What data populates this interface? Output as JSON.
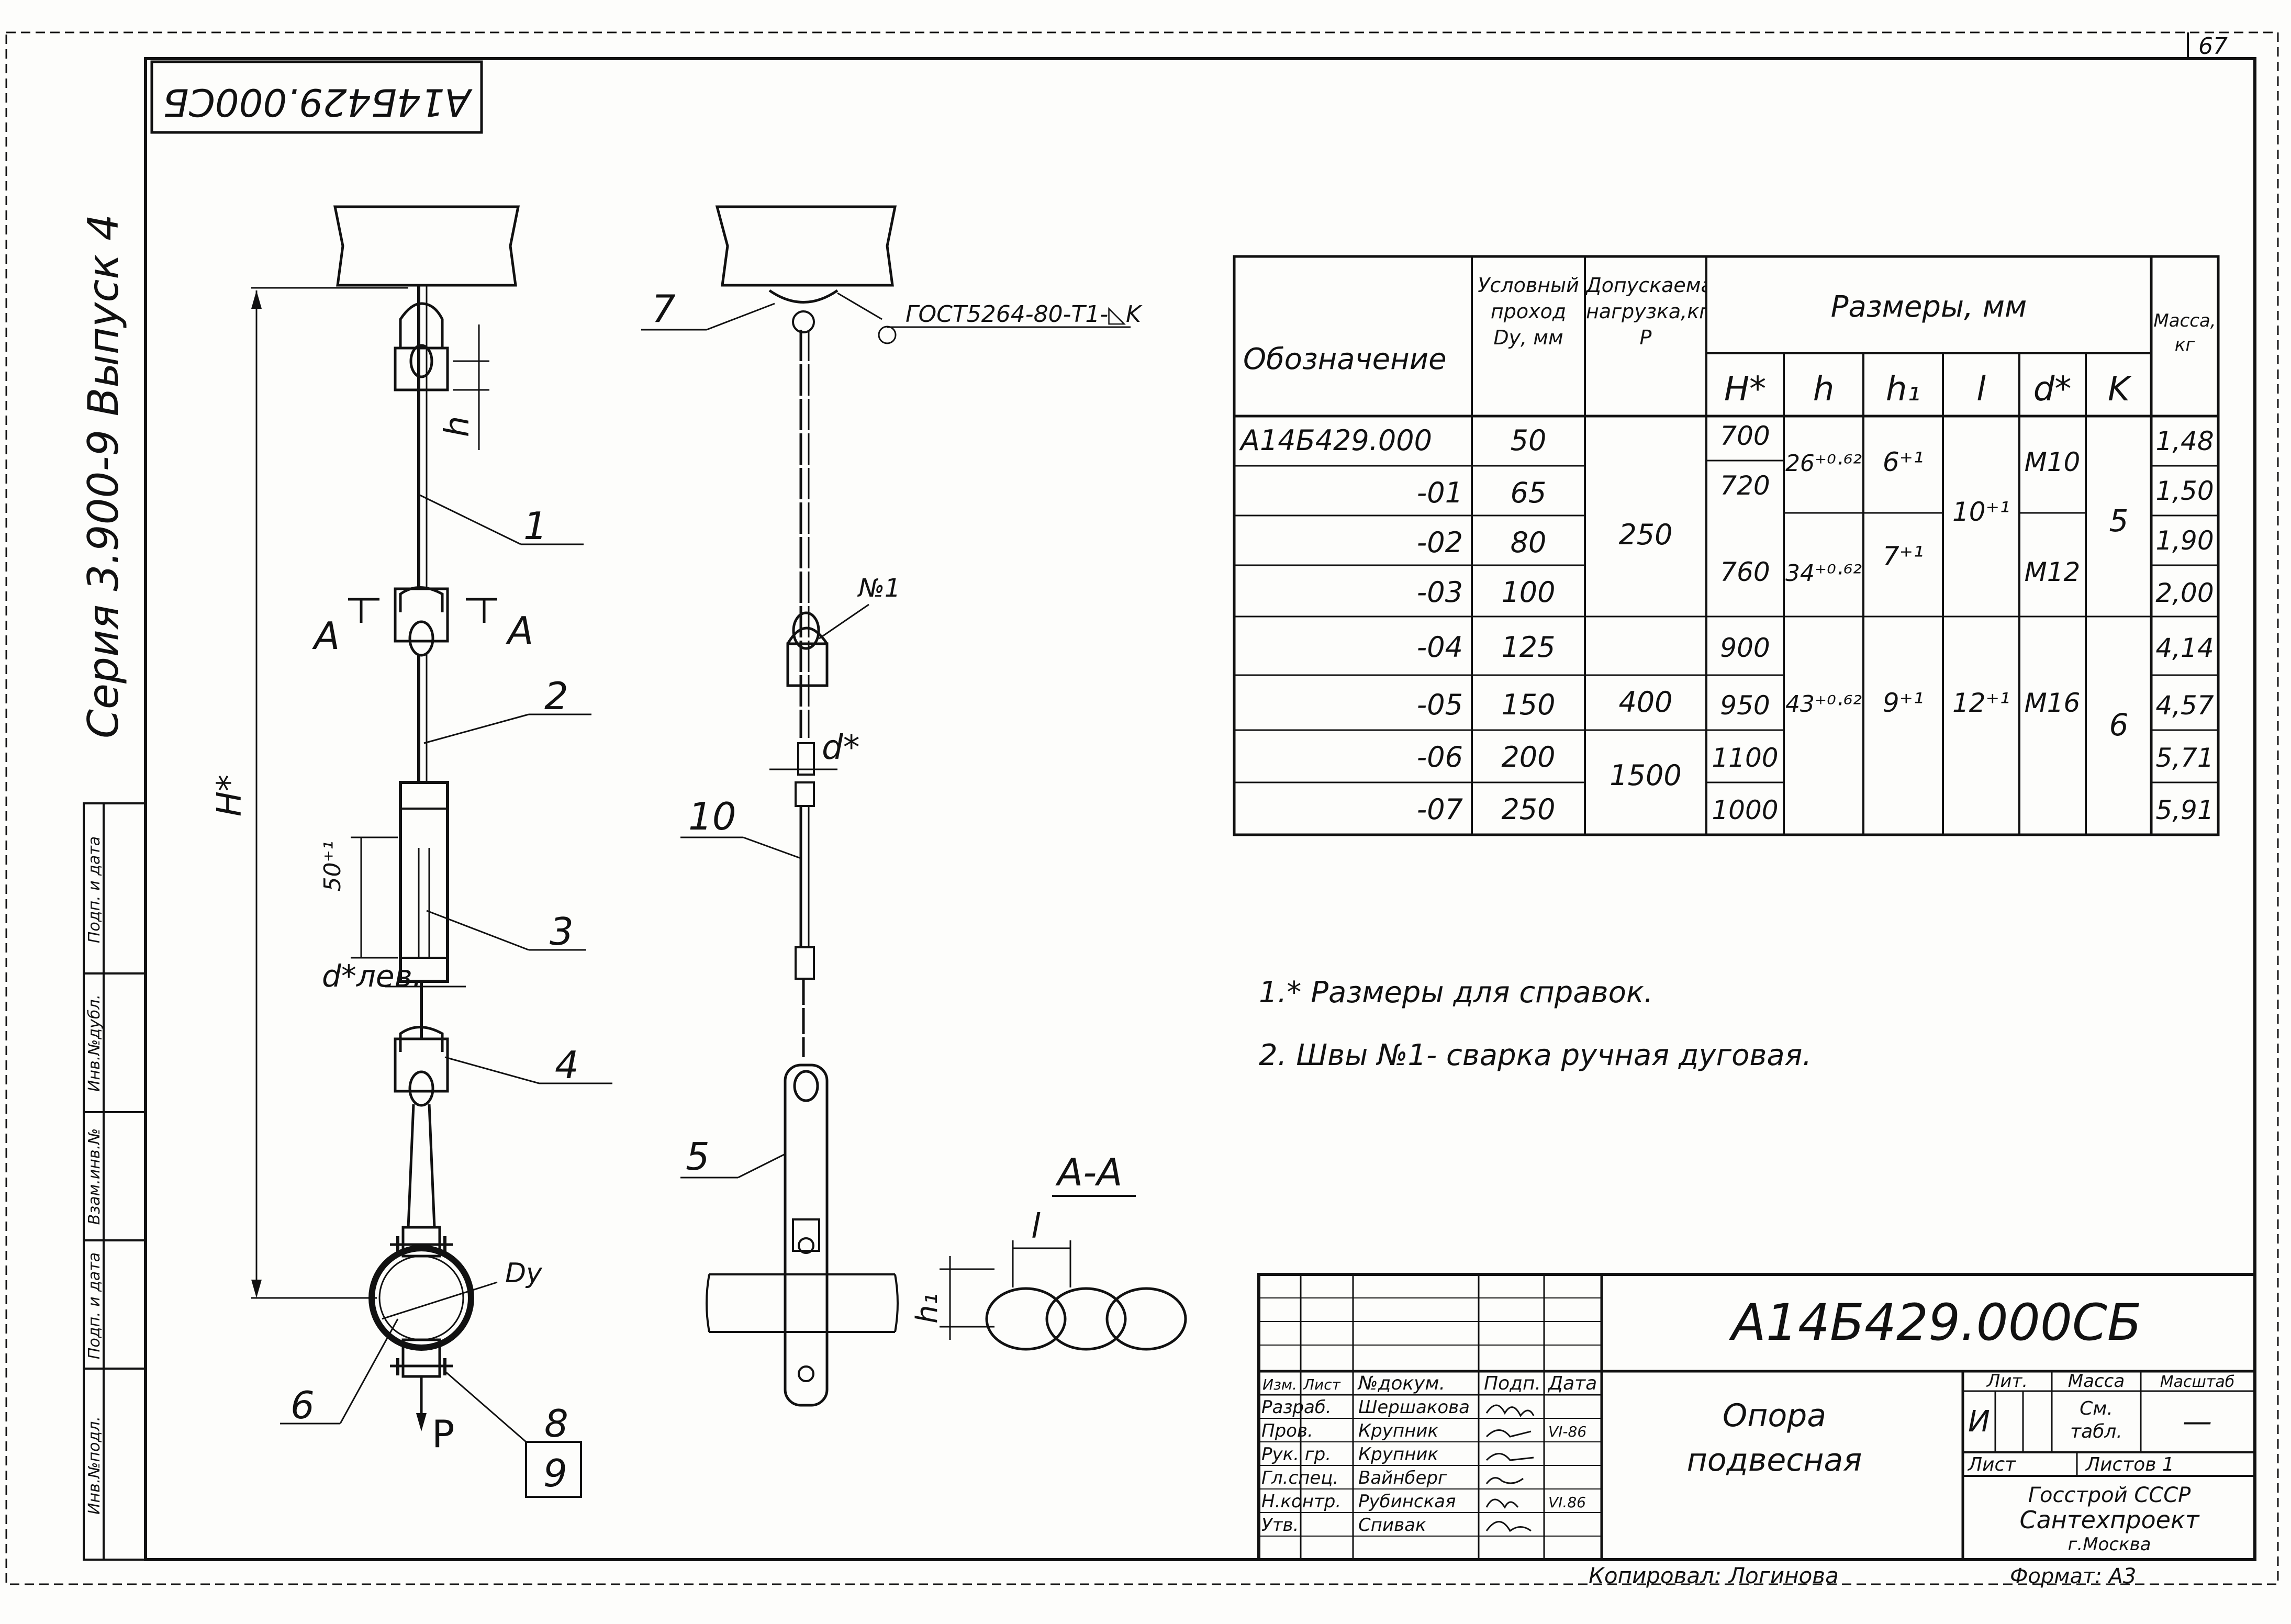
{
  "sheet_number": "67",
  "stamp_code": "А14Б429.000СБ",
  "series": "Серия 3.900-9 Выпуск 4",
  "side_columns": [
    "Инв.№подл.",
    "Подп. и дата",
    "Взам.инв.№",
    "Инв.№дубл.",
    "Подп. и дата"
  ],
  "drawing": {
    "callouts": {
      "c1": "1",
      "c2": "2",
      "c3": "3",
      "c4": "4",
      "c5": "5",
      "c6": "6",
      "c7": "7",
      "c8": "8",
      "c9": "9",
      "c10": "10"
    },
    "dims": {
      "H": "H*",
      "h": "h",
      "h1": "h₁",
      "l": "l",
      "dim50": "50⁺¹",
      "dlev": "d*лев.",
      "d": "d*",
      "Dy": "Dу",
      "P": "P",
      "weld": "№1",
      "gost": "ГОСТ5264-80-Т1-◺K",
      "sectA": "A",
      "sectA2": "A",
      "section": "A-A"
    }
  },
  "table": {
    "headers": {
      "designation": "Обозначение",
      "dn": "Условный проход Dу, мм",
      "load": "Допускаемая нагрузка,кгс P",
      "sizes": "Размеры, мм",
      "mass": "Масса, кг",
      "H": "H*",
      "h": "h",
      "h1": "h₁",
      "l": "l",
      "d": "d*",
      "k": "K"
    },
    "designations": [
      "А14Б429.000",
      "-01",
      "-02",
      "-03",
      "-04",
      "-05",
      "-06",
      "-07"
    ],
    "dn": [
      "50",
      "65",
      "80",
      "100",
      "125",
      "150",
      "200",
      "250"
    ],
    "H": [
      "700",
      "720",
      "760",
      "900",
      "950",
      "1100",
      "1000"
    ],
    "masses": [
      "1,48",
      "1,50",
      "1,90",
      "2,00",
      "4,14",
      "4,57",
      "5,71",
      "5,91"
    ],
    "loads": [
      "250",
      "400",
      "1500"
    ],
    "h": [
      "26⁺⁰·⁶²",
      "34⁺⁰·⁶²",
      "43⁺⁰·⁶²"
    ],
    "h1": [
      "6⁺¹",
      "7⁺¹",
      "9⁺¹"
    ],
    "l": [
      "10⁺¹",
      "12⁺¹"
    ],
    "d": [
      "M10",
      "M12",
      "M16"
    ],
    "k": [
      "5",
      "6"
    ]
  },
  "notes": [
    "1.* Размеры для справок.",
    "2. Швы №1- сварка ручная дуговая."
  ],
  "title_block": {
    "doc_code": "А14Б429.000СБ",
    "name_line1": "Опора",
    "name_line2": "подвесная",
    "col_headers": [
      "Изм.",
      "Лист",
      "№докум.",
      "Подп.",
      "Дата"
    ],
    "roles": [
      "Разраб.",
      "Пров.",
      "Рук. гр.",
      "Гл.спец.",
      "Н.контр.",
      "Утв."
    ],
    "names": [
      "Шершакова",
      "Крупник",
      "Крупник",
      "Вайнберг",
      "Рубинская",
      "Спивак"
    ],
    "dates": [
      "VI-86",
      "VI.86"
    ],
    "lit_label": "Лит.",
    "lit_value": "И",
    "mass_label": "Масса",
    "mass_value": "См. табл.",
    "scale_label": "Масштаб",
    "scale_value": "—",
    "sheet_label": "Лист",
    "sheets_label": "Листов 1",
    "org_line1": "Госстрой СССР",
    "org_line2": "Сантехпроект",
    "org_line3": "г.Москва",
    "copied": "Копировал: Логинова",
    "format": "Формат: А3"
  }
}
